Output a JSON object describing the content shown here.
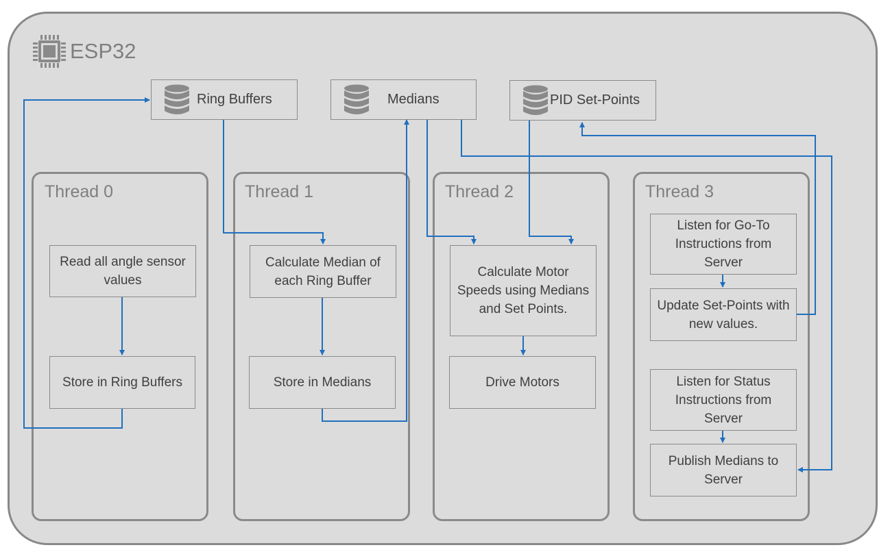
{
  "device": {
    "title": "ESP32",
    "icon": "microchip-icon"
  },
  "stores": {
    "ring_buffers": "Ring Buffers",
    "medians": "Medians",
    "pid_setpoints": "PID Set-Points",
    "icon": "database-icon"
  },
  "threads": {
    "t0": {
      "title": "Thread 0",
      "task1": "Read all angle sensor values",
      "task2": "Store in Ring Buffers"
    },
    "t1": {
      "title": "Thread 1",
      "task1": "Calculate Median of each Ring Buffer",
      "task2": "Store in Medians"
    },
    "t2": {
      "title": "Thread 2",
      "task1": "Calculate Motor Speeds using Medians and Set Points.",
      "task2": "Drive Motors"
    },
    "t3": {
      "title": "Thread 3",
      "task1": "Listen for Go-To Instructions from Server",
      "task2": "Update Set-Points with new values.",
      "task3": "Listen for Status Instructions from Server",
      "task4": "Publish Medians to Server"
    }
  },
  "colors": {
    "arrow": "#1f6fbf",
    "panel": "#dcdcdc",
    "border": "#8a8a8a",
    "text": "#404040",
    "title": "#7f7f7f"
  }
}
